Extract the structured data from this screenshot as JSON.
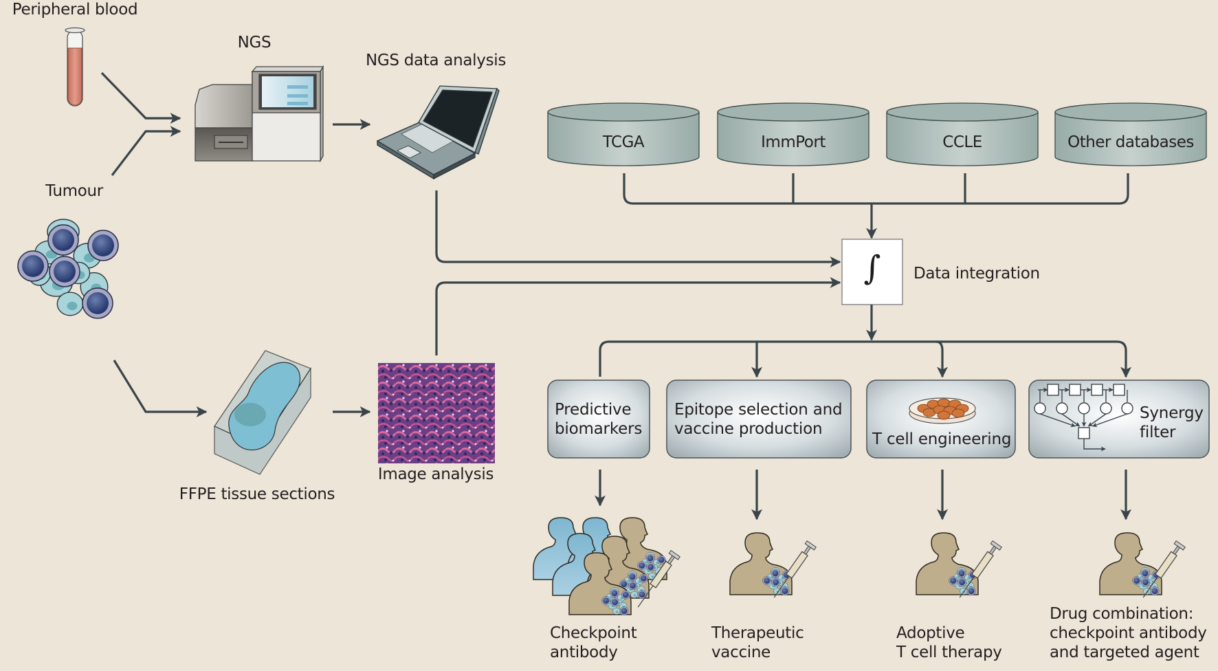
{
  "inputs": {
    "peripheral_blood": "Peripheral blood",
    "tumour": "Tumour",
    "ffpe": "FFPE tissue sections"
  },
  "processing": {
    "ngs": "NGS",
    "ngs_analysis": "NGS data analysis",
    "image_analysis": "Image analysis"
  },
  "databases": [
    "TCGA",
    "ImmPort",
    "CCLE",
    "Other databases"
  ],
  "integration": {
    "symbol": "∫",
    "label": "Data integration"
  },
  "approaches": [
    "Predictive\nbiomarkers",
    "Epitope selection and\nvaccine production",
    "T cell engineering",
    "Synergy\nfilter"
  ],
  "outcomes": [
    "Checkpoint\nantibody",
    "Therapeutic\nvaccine",
    "Adoptive\nT cell therapy",
    "Drug combination:\ncheckpoint antibody\nand targeted agent"
  ],
  "colors": {
    "background": "#ece5d8",
    "arrow": "#3a4449",
    "database": "#a8b8b4",
    "box": "#c9d2d3",
    "blood": "#d88a78",
    "tumour_cell": "#a9d4da",
    "t_cell": "#3c4f86",
    "patient": "#bfae8c",
    "patient_blue": "#86bcd3"
  }
}
